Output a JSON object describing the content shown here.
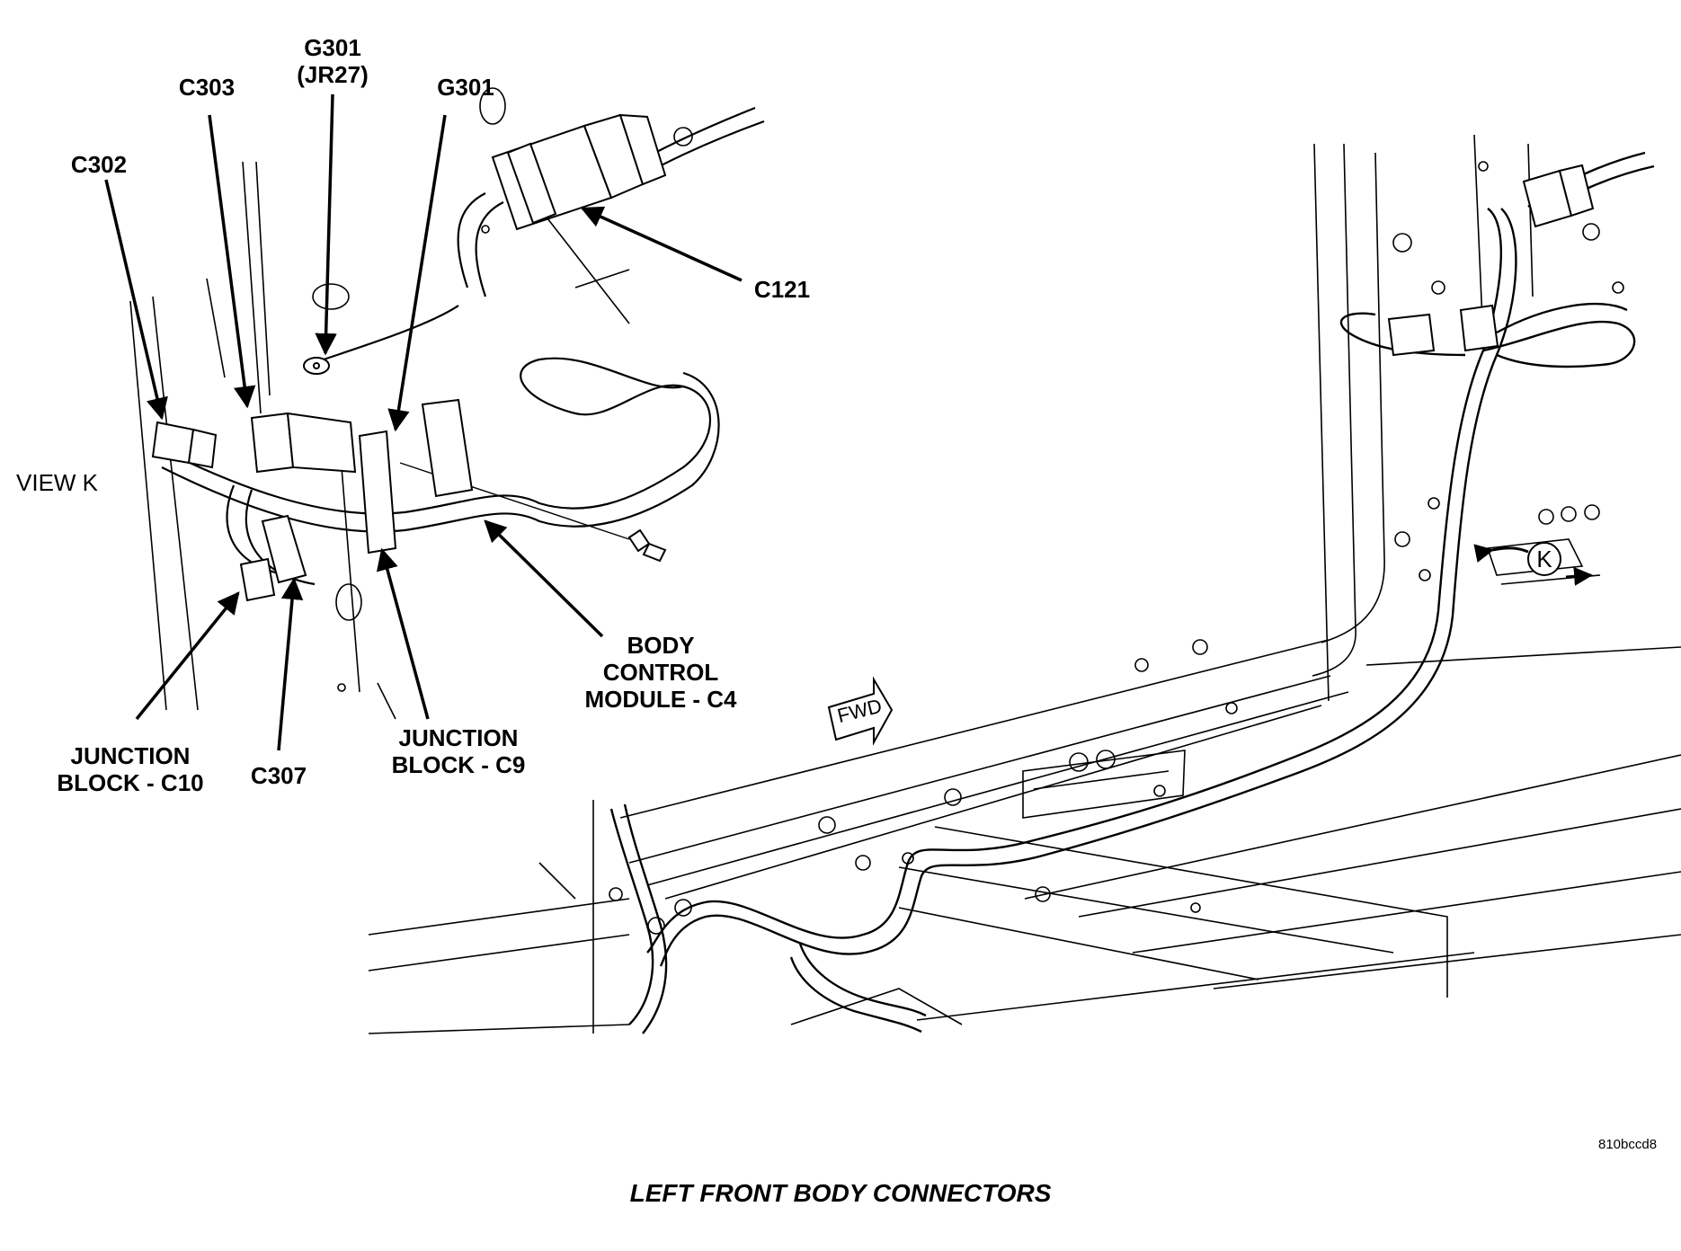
{
  "title": "LEFT FRONT BODY CONNECTORS",
  "figure_id": "810bccd8",
  "view_label": "VIEW K",
  "fwd_label": "FWD",
  "view_marker": "K",
  "callouts": {
    "g301_jr27": [
      "G301",
      "(JR27)"
    ],
    "c303": "C303",
    "g301": "G301",
    "c302": "C302",
    "c121": "C121",
    "bcm_c4": [
      "BODY",
      "CONTROL",
      "MODULE - C4"
    ],
    "jb_c10": [
      "JUNCTION",
      "BLOCK - C10"
    ],
    "c307": "C307",
    "jb_c9": [
      "JUNCTION",
      "BLOCK - C9"
    ]
  },
  "colors": {
    "line": "#000000",
    "background": "#ffffff"
  }
}
